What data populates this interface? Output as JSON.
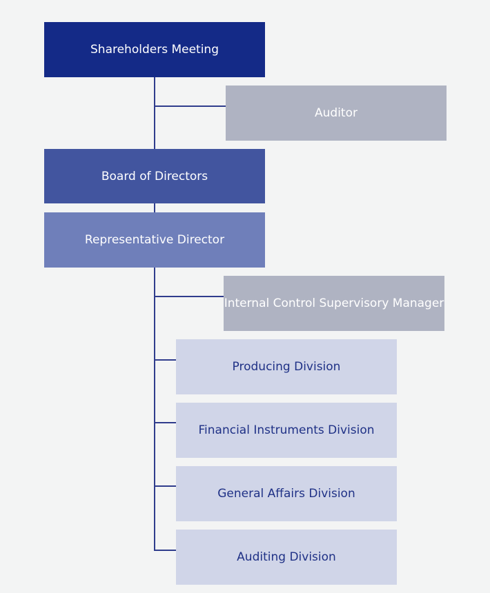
{
  "nodes": {
    "shareholders": {
      "label": "Shareholders Meeting",
      "bg": "#142a87",
      "fg": "#ffffff"
    },
    "auditor": {
      "label": "Auditor",
      "bg": "#afb3c2",
      "fg": "#ffffff"
    },
    "board": {
      "label": "Board of Directors",
      "bg": "#42559f",
      "fg": "#ffffff"
    },
    "representative": {
      "label": "Representative Director",
      "bg": "#6f7fba",
      "fg": "#ffffff"
    },
    "internal_control": {
      "label": "Internal Control Supervisory Manager",
      "bg": "#afb3c2",
      "fg": "#ffffff"
    },
    "producing": {
      "label": "Producing Division",
      "bg": "#d0d5e8",
      "fg": "#1f3186"
    },
    "financial": {
      "label": "Financial Instruments Division",
      "bg": "#d0d5e8",
      "fg": "#1f3186"
    },
    "general_affairs": {
      "label": "General Affairs Division",
      "bg": "#d0d5e8",
      "fg": "#1f3186"
    },
    "auditing": {
      "label": "Auditing Division",
      "bg": "#d0d5e8",
      "fg": "#1f3186"
    }
  },
  "colors": {
    "connector": "#2f3c8c",
    "background": "#f3f4f4"
  }
}
